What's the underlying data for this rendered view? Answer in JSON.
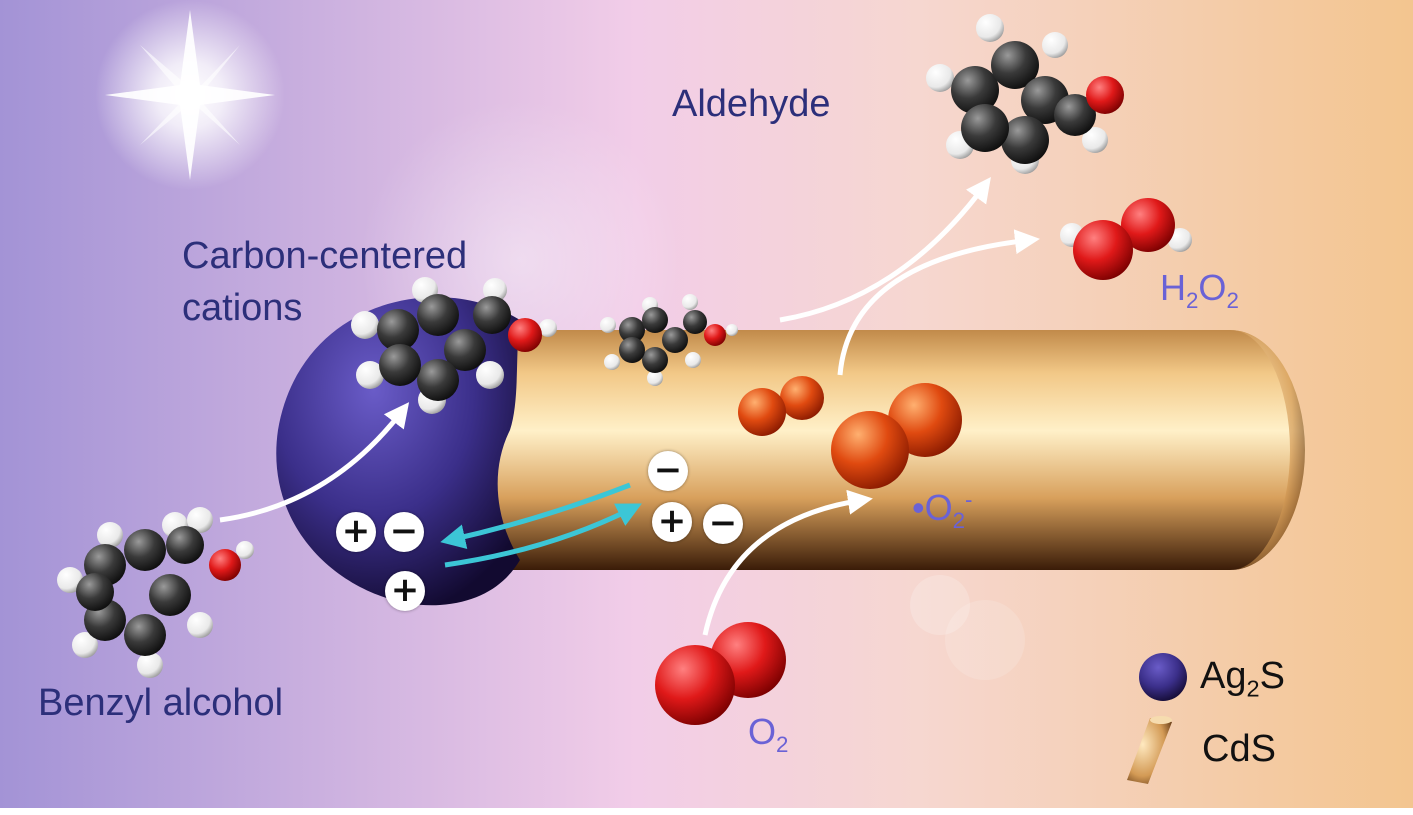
{
  "labels": {
    "aldehyde": "Aldehyde",
    "carbon_line1": "Carbon-centered",
    "carbon_line2": "cations",
    "benzyl": "Benzyl alcohol",
    "h2o2_a": "H",
    "h2o2_b": "2",
    "h2o2_c": "O",
    "h2o2_d": "2",
    "superoxide_a": "•O",
    "superoxide_b": "2",
    "superoxide_c": "-",
    "o2_a": "O",
    "o2_b": "2"
  },
  "legend": {
    "ag2s_a": "Ag",
    "ag2s_b": "2",
    "ag2s_c": "S",
    "cds": "CdS"
  },
  "charges": {
    "plus": "+",
    "minus": "−"
  },
  "colors": {
    "ag2s_sphere": "#3b2f8a",
    "cds_rod": "#e6b373",
    "oxygen_red": "#e01919",
    "radical_orange": "#e04a10",
    "carbon_grey": "#3a3a3a",
    "hydrogen_white": "#ffffff",
    "electron_arrow": "#3cc6d6",
    "product_arrow": "#ffffff"
  }
}
